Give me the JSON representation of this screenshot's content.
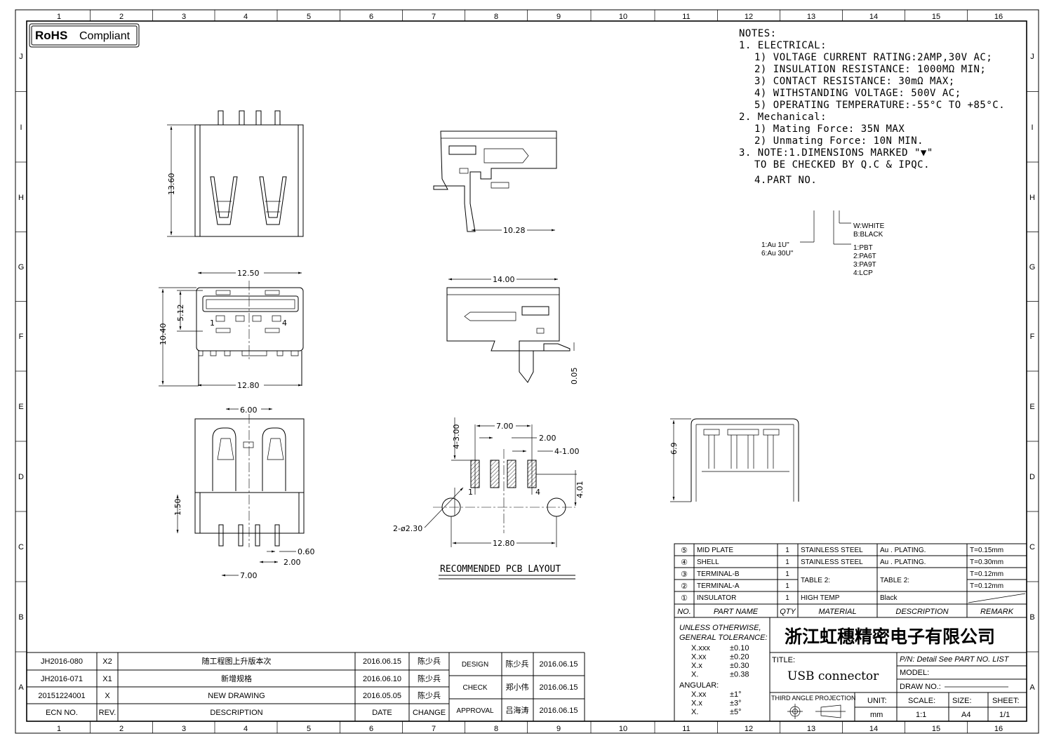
{
  "badge": "RoHS",
  "badge_suffix": "Compliant",
  "zones": {
    "columns": [
      "1",
      "2",
      "3",
      "4",
      "5",
      "6",
      "7",
      "8",
      "9",
      "10",
      "11",
      "12",
      "13",
      "14",
      "15",
      "16"
    ],
    "rows": [
      "J",
      "I",
      "H",
      "G",
      "F",
      "E",
      "D",
      "C",
      "B",
      "A"
    ]
  },
  "notes": {
    "heading": "NOTES:",
    "lines": [
      "1. ELECTRICAL:",
      "1) VOLTAGE CURRENT RATING:2AMP,30V AC;",
      "2) INSULATION RESISTANCE: 1000MΩ MIN;",
      "3) CONTACT RESISTANCE: 30mΩ MAX;",
      "4) WITHSTANDING VOLTAGE: 500V AC;",
      "5) OPERATING TEMPERATURE:-55°C TO +85°C.",
      "2. Mechanical:",
      "1) Mating Force:  35N MAX",
      "2) Unmating Force:  10N MIN.",
      "3. NOTE:1.DIMENSIONS MARKED \"▼\"",
      "TO BE CHECKED BY Q.C & IPQC.",
      "4.PART NO."
    ],
    "part_no": {
      "plating": [
        "1:Au 1U\"",
        "6:Au 30U\""
      ],
      "material": [
        "1:PBT",
        "2:PA6T",
        "3:PA9T",
        "4:LCP"
      ],
      "color": [
        "W:WHITE",
        "B:BLACK"
      ]
    }
  },
  "dimensions": {
    "top_height": "13.60",
    "front_width_top": "12.50",
    "front_width_bottom": "12.80",
    "front_height": "10.40",
    "front_opening": "5.12",
    "pin1": "1",
    "pin4": "4",
    "bottom_width": "6.00",
    "bottom_pin_span": "7.00",
    "bottom_pin_pitch": "2.00",
    "bottom_pin_width": "0.60",
    "bottom_height": "1.50",
    "side_length": "10.28",
    "side2_length": "14.00",
    "side2_offset": "0.05",
    "right_height": "6.9"
  },
  "pcb": {
    "title": "RECOMMENDED PCB LAYOUT",
    "pad_length": "4-3.00",
    "pad_span": "7.00",
    "pad_pitch": "2.00",
    "pad_width": "4-1.00",
    "row_offset": "4.01",
    "hole": "2-ø2.30",
    "hole_span": "12.80",
    "pin1": "1",
    "pin4": "4"
  },
  "bom": {
    "headers": [
      "NO.",
      "PART NAME",
      "QTY",
      "MATERIAL",
      "DESCRIPTION",
      "REMARK"
    ],
    "rows": [
      {
        "no": "⑤",
        "name": "MID PLATE",
        "qty": "1",
        "material": "STAINLESS STEEL",
        "description": "Au . PLATING.",
        "remark": "T=0.15mm"
      },
      {
        "no": "④",
        "name": "SHELL",
        "qty": "1",
        "material": "STAINLESS STEEL",
        "description": "Au . PLATING.",
        "remark": "T=0.30mm"
      },
      {
        "no": "③",
        "name": "TERMINAL-B",
        "qty": "1",
        "material": "TABLE 2:",
        "description": "TABLE 2:",
        "remark": "T=0.12mm"
      },
      {
        "no": "②",
        "name": "TERMINAL-A",
        "qty": "1",
        "material": "",
        "description": "",
        "remark": "T=0.12mm"
      },
      {
        "no": "①",
        "name": "INSULATOR",
        "qty": "1",
        "material": "HIGH TEMP",
        "description": "Black",
        "remark": ""
      }
    ]
  },
  "tolerance": {
    "heading1": "UNLESS OTHERWISE,",
    "heading2": "GENERAL TOLERANCE:",
    "linear": [
      [
        "X.xxx",
        "±0.10"
      ],
      [
        "X.xx",
        "±0.20"
      ],
      [
        "X.x",
        "±0.30"
      ],
      [
        "X.",
        "±0.38"
      ]
    ],
    "angular_label": "ANGULAR:",
    "angular": [
      [
        "X.xx",
        "±1°"
      ],
      [
        "X.x",
        "±3°"
      ],
      [
        "X.",
        "±5°"
      ]
    ]
  },
  "title_block": {
    "company": "浙江虹穗精密电子有限公司",
    "title_label": "TITLE:",
    "title": "USB connector",
    "pn": "P/N: Detail See PART NO. LIST",
    "model": "MODEL:",
    "draw_no": "DRAW NO.:",
    "projection": "THIRD ANGLE PROJECTION",
    "unit_label": "UNIT:",
    "unit": "mm",
    "scale_label": "SCALE:",
    "scale": "1:1",
    "size_label": "SIZE:",
    "size": "A4",
    "sheet_label": "SHEET:",
    "sheet": "1/1"
  },
  "revisions": {
    "headers": [
      "ECN NO.",
      "REV.",
      "DESCRIPTION",
      "DATE",
      "CHANGE"
    ],
    "rows": [
      {
        "ecn": "JH2016-080",
        "rev": "X2",
        "description": "随工程图上升版本次",
        "date": "2016.06.15",
        "change": "陈少兵"
      },
      {
        "ecn": "JH2016-071",
        "rev": "X1",
        "description": "新增规格",
        "date": "2016.06.10",
        "change": "陈少兵"
      },
      {
        "ecn": "20151224001",
        "rev": "X",
        "description": "NEW DRAWING",
        "date": "2016.05.05",
        "change": "陈少兵"
      }
    ]
  },
  "approvals": [
    {
      "role": "DESIGN",
      "name": "陈少兵",
      "date": "2016.06.15"
    },
    {
      "role": "CHECK",
      "name": "郑小伟",
      "date": "2016.06.15"
    },
    {
      "role": "APPROVAL",
      "name": "吕海涛",
      "date": "2016.06.15"
    }
  ]
}
